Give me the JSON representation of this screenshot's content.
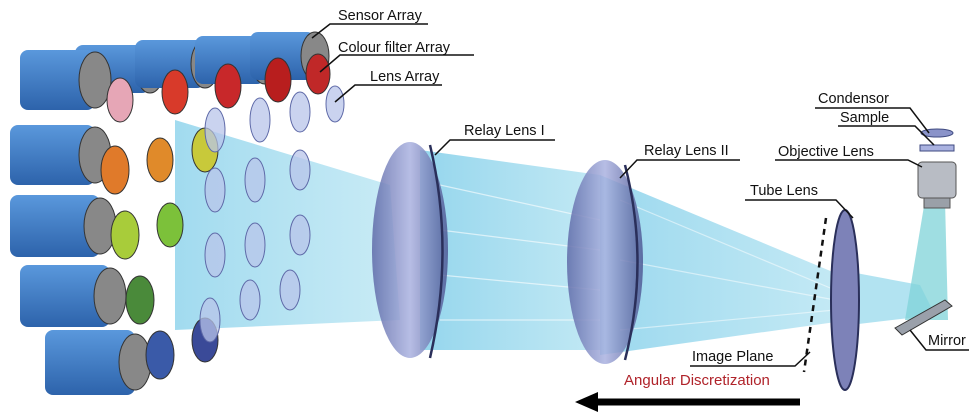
{
  "labels": {
    "sensor_array": "Sensor Array",
    "colour_filter_array": "Colour filter Array",
    "lens_array": "Lens Array",
    "relay_lens_1": "Relay Lens I",
    "relay_lens_2": "Relay Lens II",
    "condensor": "Condensor",
    "sample": "Sample",
    "objective_lens": "Objective Lens",
    "tube_lens": "Tube Lens",
    "image_plane": "Image Plane",
    "mirror": "Mirror",
    "angular_discretization": "Angular Discretization"
  },
  "colors": {
    "sensor_body": "#3f7fc9",
    "beam": "#8fd3ea",
    "lens": "#8a93c9",
    "arrow_text": "#b0232a",
    "filters": [
      "#d83a2a",
      "#e07a2a",
      "#c8c93a",
      "#7cc13a",
      "#4a8a3a",
      "#3a5aa8",
      "#e6a6b6"
    ]
  }
}
